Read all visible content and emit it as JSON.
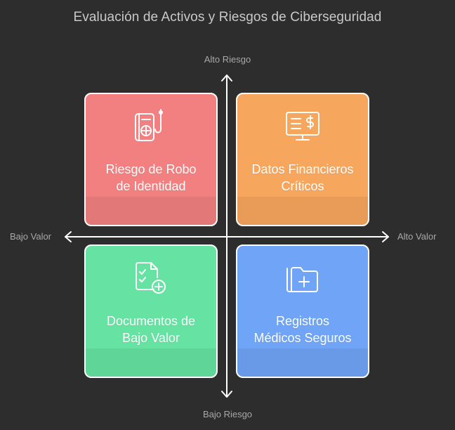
{
  "title": "Evaluación de Activos y Riesgos de Ciberseguridad",
  "axes": {
    "top": "Alto Riesgo",
    "bottom": "Bajo Riesgo",
    "left": "Bajo Valor",
    "right": "Alto Valor"
  },
  "quadrants": [
    {
      "id": "top-left",
      "line1": "Riesgo de Robo",
      "line2": "de Identidad",
      "color": "#f28080",
      "icon": "id-hook-icon"
    },
    {
      "id": "top-right",
      "line1": "Datos Financieros",
      "line2": "Críticos",
      "color": "#f7a65e",
      "icon": "monitor-dollar-icon"
    },
    {
      "id": "bottom-left",
      "line1": "Documentos de",
      "line2": "Bajo Valor",
      "color": "#66e3a2",
      "icon": "checklist-document-icon"
    },
    {
      "id": "bottom-right",
      "line1": "Registros",
      "line2": "Médicos Seguros",
      "color": "#6fa4f6",
      "icon": "medical-folder-icon"
    }
  ]
}
